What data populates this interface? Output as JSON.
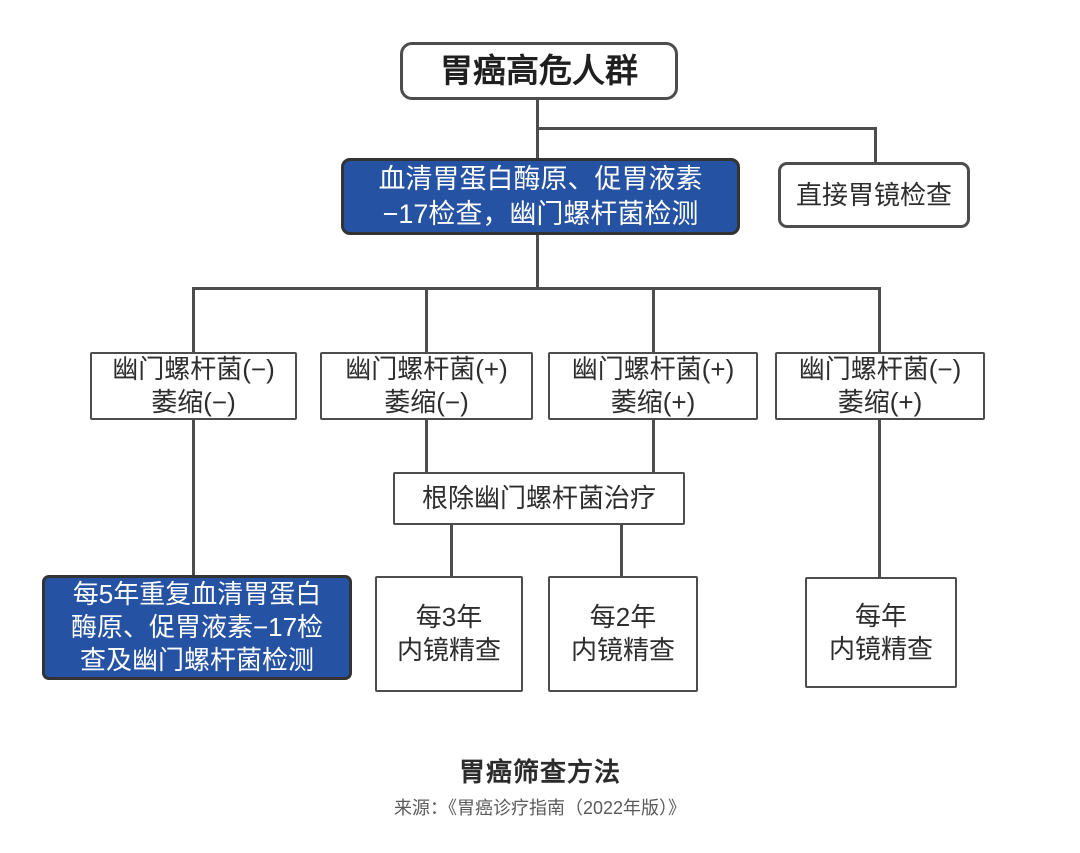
{
  "title": "胃癌筛查方法",
  "source": "来源：《胃癌诊疗指南（2022年版）》",
  "colors": {
    "accent_blue": "#2552A3",
    "line_and_border": "#4D4D4D",
    "background": "#FFFFFF"
  },
  "nodes": {
    "root": "胃癌高危人群",
    "serum_test": "血清胃蛋白酶原、促胃液素\n−17检查，幽门螺杆菌检测",
    "direct_gastroscopy": "直接胃镜检查",
    "hp_neg_atrophy_neg": "幽门螺杆菌(−)\n萎缩(−)",
    "hp_pos_atrophy_neg": "幽门螺杆菌(+)\n萎缩(−)",
    "hp_pos_atrophy_pos": "幽门螺杆菌(+)\n萎缩(+)",
    "hp_neg_atrophy_pos": "幽门螺杆菌(−)\n萎缩(+)",
    "eradication": "根除幽门螺杆菌治疗",
    "repeat_every_5_years": "每5年重复血清胃蛋白\n酶原、促胃液素−17检\n查及幽门螺杆菌检测",
    "endoscopy_every_3_years": "每3年\n内镜精查",
    "endoscopy_every_2_years": "每2年\n内镜精查",
    "endoscopy_every_year": "每年\n内镜精查"
  }
}
